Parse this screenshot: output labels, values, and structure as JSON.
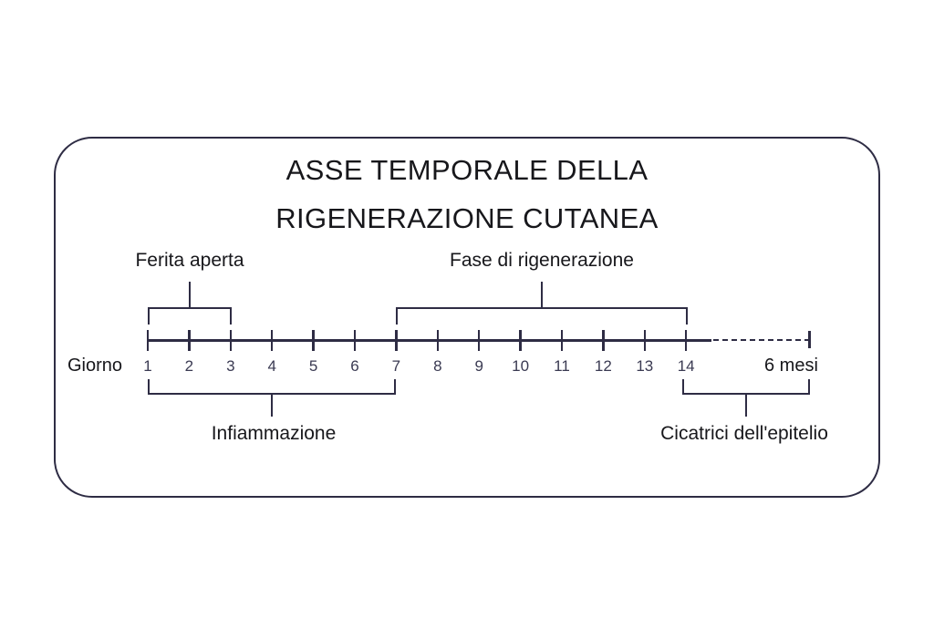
{
  "title": {
    "line1": "ASSE TEMPORALE DELLA",
    "line2": "RIGENERAZIONE CUTANEA"
  },
  "axis": {
    "unit_label": "Giorno",
    "end_label": "6 mesi",
    "tick_labels": [
      "1",
      "2",
      "3",
      "4",
      "5",
      "6",
      "7",
      "8",
      "9",
      "10",
      "11",
      "12",
      "13",
      "14"
    ]
  },
  "phases": {
    "ferita_aperta": "Ferita aperta",
    "fase_rigenerazione": "Fase di rigenerazione",
    "infiammazione": "Infiammazione",
    "cicatrici": "Cicatrici dell'epitelio"
  },
  "colors": {
    "line": "#2e2c44",
    "text": "#17171b",
    "tick_text": "#3a3a52",
    "background": "#ffffff"
  },
  "chart_data": {
    "type": "timeline",
    "title": "ASSE TEMPORALE DELLA RIGENERAZIONE CUTANEA",
    "xlabel": "Giorno",
    "x": [
      1,
      2,
      3,
      4,
      5,
      6,
      7,
      8,
      9,
      10,
      11,
      12,
      13,
      14
    ],
    "tick_labels": [
      "1",
      "2",
      "3",
      "4",
      "5",
      "6",
      "7",
      "8",
      "9",
      "10",
      "11",
      "12",
      "13",
      "14"
    ],
    "xlim": [
      1,
      14
    ],
    "extension": {
      "label": "6 mesi",
      "style": "dashed",
      "from_day": 14
    },
    "grid": false,
    "legend": "none",
    "spans": [
      {
        "name": "Ferita aperta",
        "start_day": 1,
        "end_day": 3,
        "position": "above"
      },
      {
        "name": "Fase di rigenerazione",
        "start_day": 7,
        "end_day": 14,
        "position": "above"
      },
      {
        "name": "Infiammazione",
        "start_day": 1,
        "end_day": 7,
        "position": "below"
      },
      {
        "name": "Cicatrici dell'epitelio",
        "start_day": 14,
        "end_day": "6 mesi",
        "position": "below"
      }
    ]
  }
}
